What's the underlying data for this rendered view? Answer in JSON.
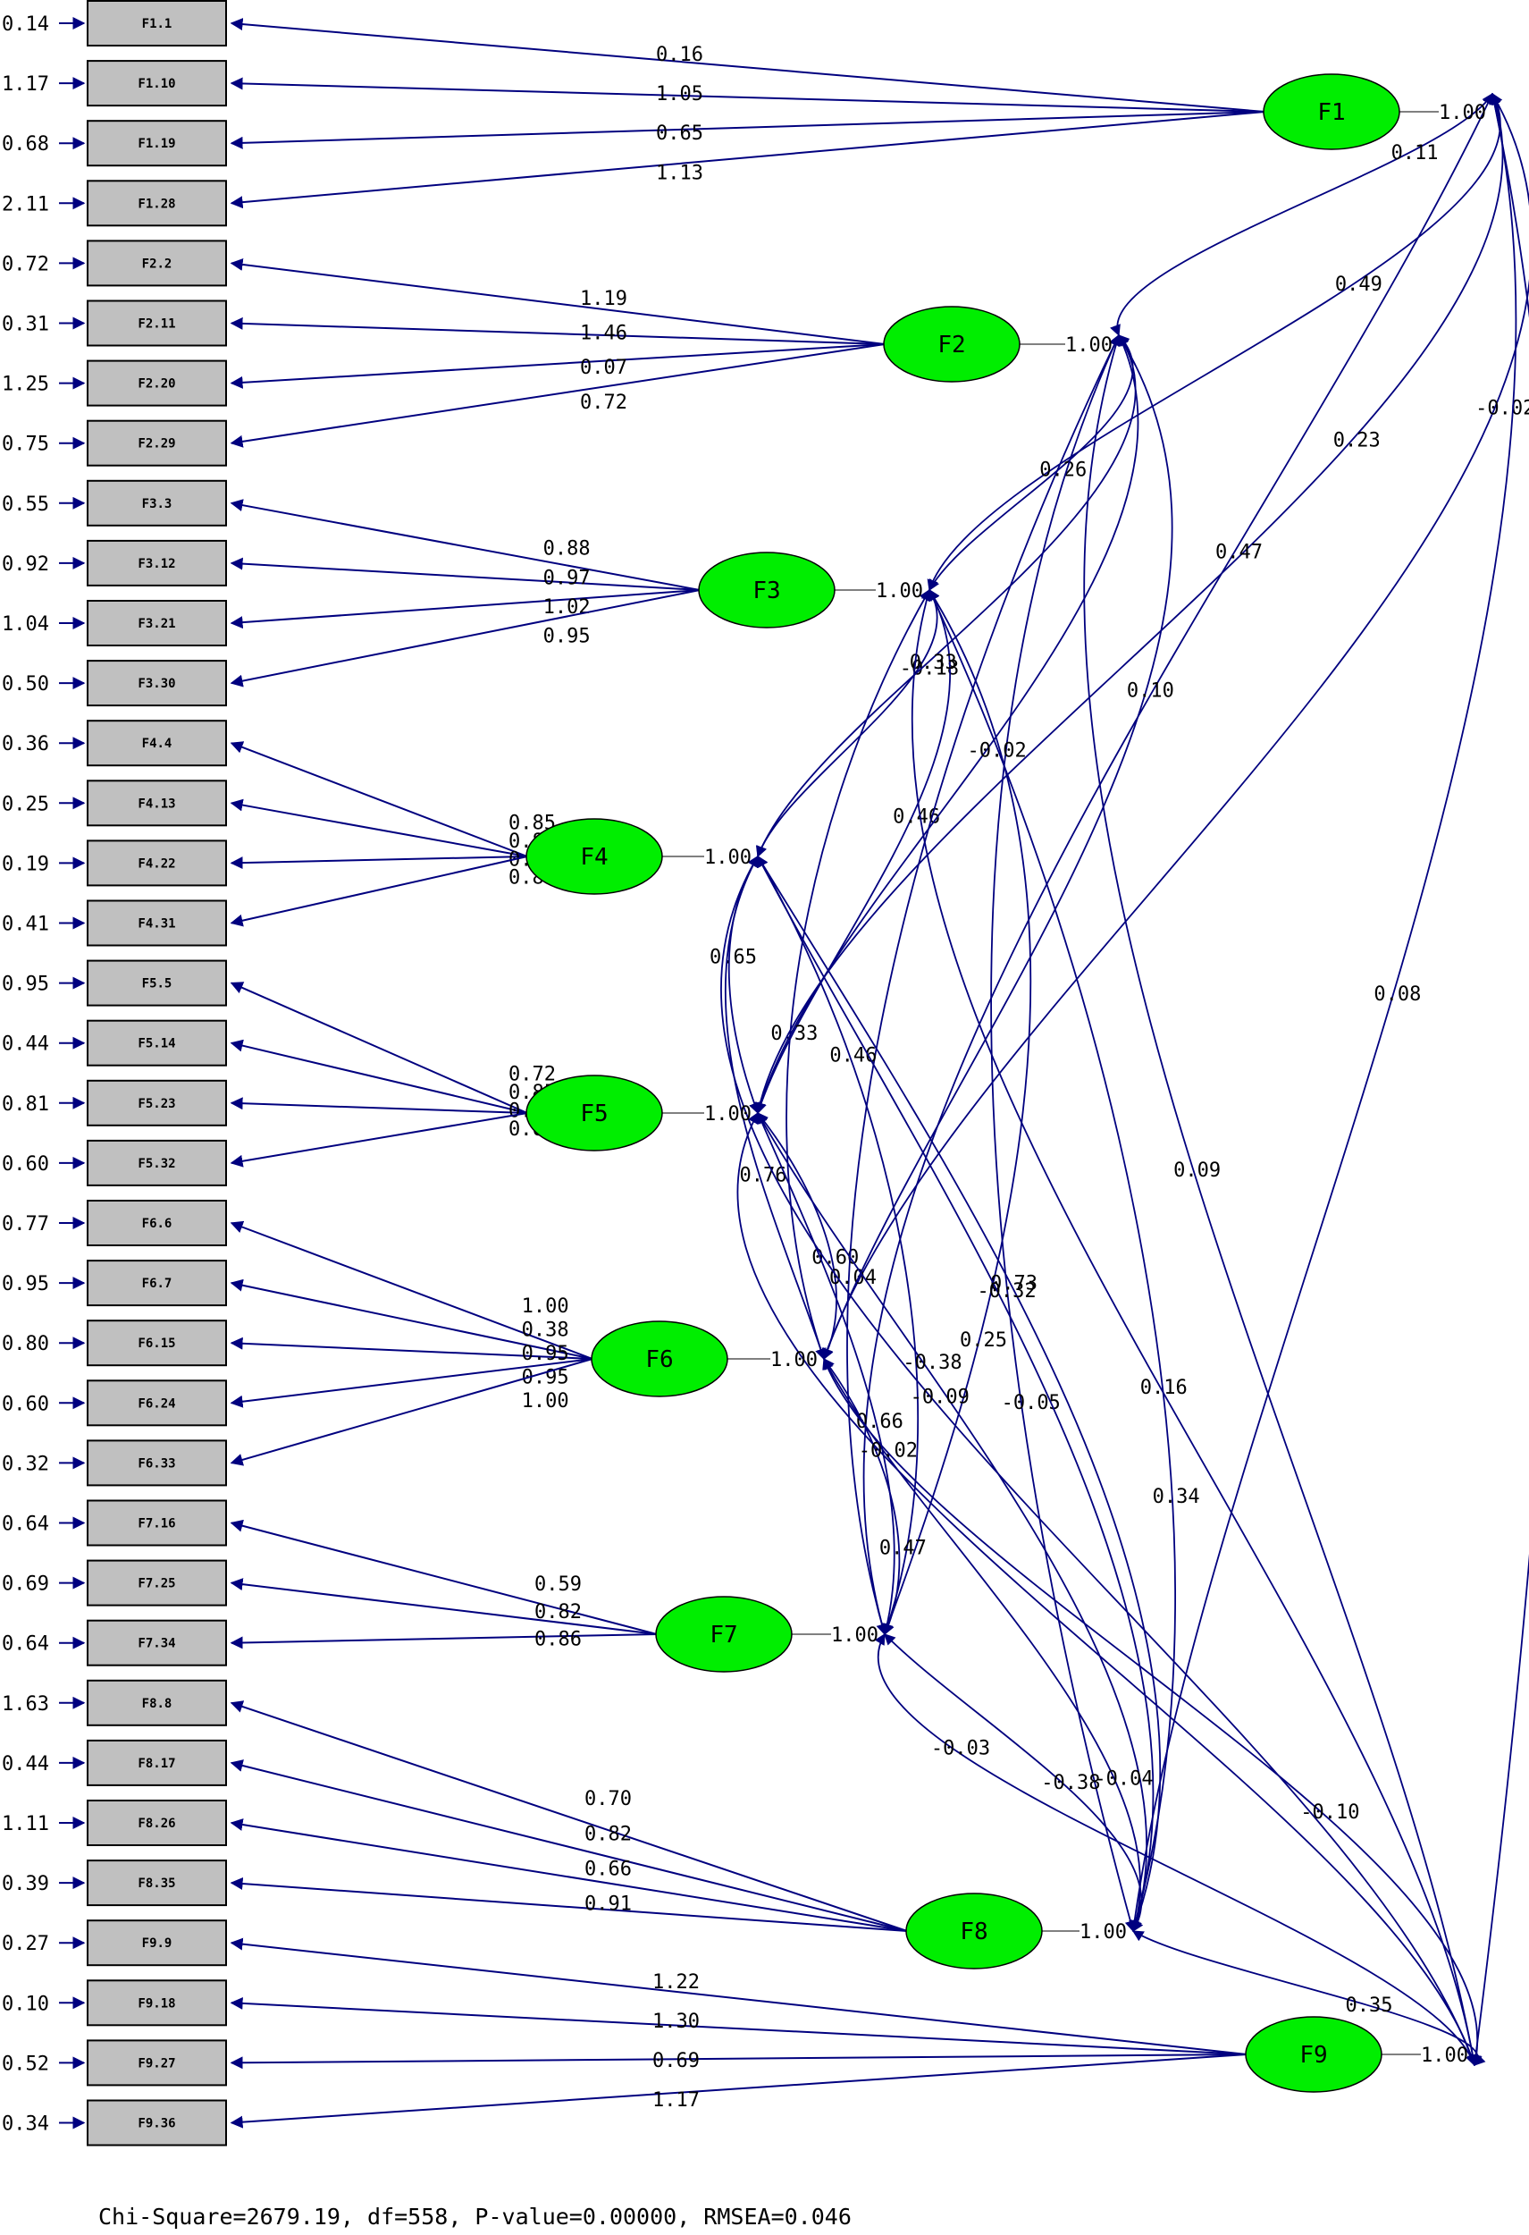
{
  "factors": [
    {
      "name": "F1",
      "variance": "1.00",
      "indicators": [
        {
          "name": "F1.1",
          "error": "0.14",
          "loading": "0.16"
        },
        {
          "name": "F1.10",
          "error": "1.17",
          "loading": "1.05"
        },
        {
          "name": "F1.19",
          "error": "0.68",
          "loading": "0.65"
        },
        {
          "name": "F1.28",
          "error": "2.11",
          "loading": "1.13"
        }
      ]
    },
    {
      "name": "F2",
      "variance": "1.00",
      "indicators": [
        {
          "name": "F2.2",
          "error": "0.72",
          "loading": "1.19"
        },
        {
          "name": "F2.11",
          "error": "0.31",
          "loading": "1.46"
        },
        {
          "name": "F2.20",
          "error": "1.25",
          "loading": "0.07"
        },
        {
          "name": "F2.29",
          "error": "0.75",
          "loading": "0.72"
        }
      ]
    },
    {
      "name": "F3",
      "variance": "1.00",
      "indicators": [
        {
          "name": "F3.3",
          "error": "0.55",
          "loading": "0.88"
        },
        {
          "name": "F3.12",
          "error": "0.92",
          "loading": "0.97"
        },
        {
          "name": "F3.21",
          "error": "1.04",
          "loading": "1.02"
        },
        {
          "name": "F3.30",
          "error": "0.50",
          "loading": "0.95"
        }
      ]
    },
    {
      "name": "F4",
      "variance": "1.00",
      "indicators": [
        {
          "name": "F4.4",
          "error": "0.36",
          "loading": "0.85"
        },
        {
          "name": "F4.13",
          "error": "0.25",
          "loading": "0.89"
        },
        {
          "name": "F4.22",
          "error": "0.19",
          "loading": "0.94"
        },
        {
          "name": "F4.31",
          "error": "0.41",
          "loading": "0.87"
        }
      ]
    },
    {
      "name": "F5",
      "variance": "1.00",
      "indicators": [
        {
          "name": "F5.5",
          "error": "0.95",
          "loading": "0.72"
        },
        {
          "name": "F5.14",
          "error": "0.44",
          "loading": "0.85"
        },
        {
          "name": "F5.23",
          "error": "0.81",
          "loading": "0.62"
        },
        {
          "name": "F5.32",
          "error": "0.60",
          "loading": "0.69"
        }
      ]
    },
    {
      "name": "F6",
      "variance": "1.00",
      "indicators": [
        {
          "name": "F6.6",
          "error": "0.77",
          "loading": "1.00"
        },
        {
          "name": "F6.7",
          "error": "0.95",
          "loading": "0.38"
        },
        {
          "name": "F6.15",
          "error": "0.80",
          "loading": "0.95"
        },
        {
          "name": "F6.24",
          "error": "0.60",
          "loading": "0.95"
        },
        {
          "name": "F6.33",
          "error": "0.32",
          "loading": "1.00"
        }
      ]
    },
    {
      "name": "F7",
      "variance": "1.00",
      "indicators": [
        {
          "name": "F7.16",
          "error": "0.64",
          "loading": "0.59"
        },
        {
          "name": "F7.25",
          "error": "0.69",
          "loading": "0.82"
        },
        {
          "name": "F7.34",
          "error": "0.64",
          "loading": "0.86"
        }
      ]
    },
    {
      "name": "F8",
      "variance": "1.00",
      "indicators": [
        {
          "name": "F8.8",
          "error": "1.63",
          "loading": "0.70"
        },
        {
          "name": "F8.17",
          "error": "0.44",
          "loading": "0.82"
        },
        {
          "name": "F8.26",
          "error": "1.11",
          "loading": "0.66"
        },
        {
          "name": "F8.35",
          "error": "0.39",
          "loading": "0.91"
        }
      ]
    },
    {
      "name": "F9",
      "variance": "1.00",
      "indicators": [
        {
          "name": "F9.9",
          "error": "0.27",
          "loading": "1.22"
        },
        {
          "name": "F9.18",
          "error": "0.10",
          "loading": "1.30"
        },
        {
          "name": "F9.27",
          "error": "0.52",
          "loading": "0.69"
        },
        {
          "name": "F9.36",
          "error": "0.34",
          "loading": "1.17"
        }
      ]
    }
  ],
  "correlations": [
    {
      "from": "F1",
      "to": "F2",
      "value": "0.11"
    },
    {
      "from": "F1",
      "to": "F3",
      "value": "0.49"
    },
    {
      "from": "F2",
      "to": "F3",
      "value": "0.26"
    },
    {
      "from": "F2",
      "to": "F8",
      "value": "-0.05"
    },
    {
      "from": "F3",
      "to": "F4",
      "value": "-0.18"
    },
    {
      "from": "F3",
      "to": "F5",
      "value": "0.46"
    },
    {
      "from": "F3",
      "to": "F6",
      "value": "0.33"
    },
    {
      "from": "F3",
      "to": "F7",
      "value": "0.25"
    },
    {
      "from": "F1",
      "to": "F5",
      "value": "0.23"
    },
    {
      "from": "F2",
      "to": "F9",
      "value": "0.09"
    },
    {
      "from": "F2",
      "to": "F4",
      "value": "0.33"
    },
    {
      "from": "F1",
      "to": "F6",
      "value": "-0.02"
    },
    {
      "from": "F4",
      "to": "F5",
      "value": "0.65"
    },
    {
      "from": "F2",
      "to": "F5",
      "value": "-0.02"
    },
    {
      "from": "F3",
      "to": "F8",
      "value": "0.34"
    },
    {
      "from": "F1",
      "to": "F7",
      "value": "0.47"
    },
    {
      "from": "F1",
      "to": "F9",
      "value": "0.16"
    },
    {
      "from": "F5",
      "to": "F6",
      "value": "0.60"
    },
    {
      "from": "F2",
      "to": "F7",
      "value": "0.04"
    },
    {
      "from": "F2",
      "to": "F6",
      "value": "0.10"
    },
    {
      "from": "F1",
      "to": "F8",
      "value": "0.08"
    },
    {
      "from": "F4",
      "to": "F6",
      "value": "0.76"
    },
    {
      "from": "F4",
      "to": "F7",
      "value": "0.46"
    },
    {
      "from": "F4",
      "to": "F8",
      "value": "0.73"
    },
    {
      "from": "F3",
      "to": "F9",
      "value": "0.16"
    },
    {
      "from": "F6",
      "to": "F7",
      "value": "0.47"
    },
    {
      "from": "F5",
      "to": "F8",
      "value": "-0.38"
    },
    {
      "from": "F4",
      "to": "F9",
      "value": "-0.09"
    },
    {
      "from": "F5",
      "to": "F7",
      "value": "0.66"
    },
    {
      "from": "F6",
      "to": "F8",
      "value": "-0.04"
    },
    {
      "from": "F5",
      "to": "F9",
      "value": "-0.02"
    },
    {
      "from": "F7",
      "to": "F8",
      "value": "-0.38"
    },
    {
      "from": "F6",
      "to": "F9",
      "value": "-0.10"
    },
    {
      "from": "F7",
      "to": "F9",
      "value": "-0.03"
    },
    {
      "from": "F4",
      "to": "F8b",
      "value": "-0.32"
    },
    {
      "from": "F8",
      "to": "F9",
      "value": "0.35"
    }
  ],
  "fit_summary": "Chi-Square=2679.19, df=558, P-value=0.00000, RMSEA=0.046",
  "colors": {
    "latent_fill": "#00ee00",
    "indicator_fill": "#c0c0c0",
    "path": "#00007f"
  }
}
